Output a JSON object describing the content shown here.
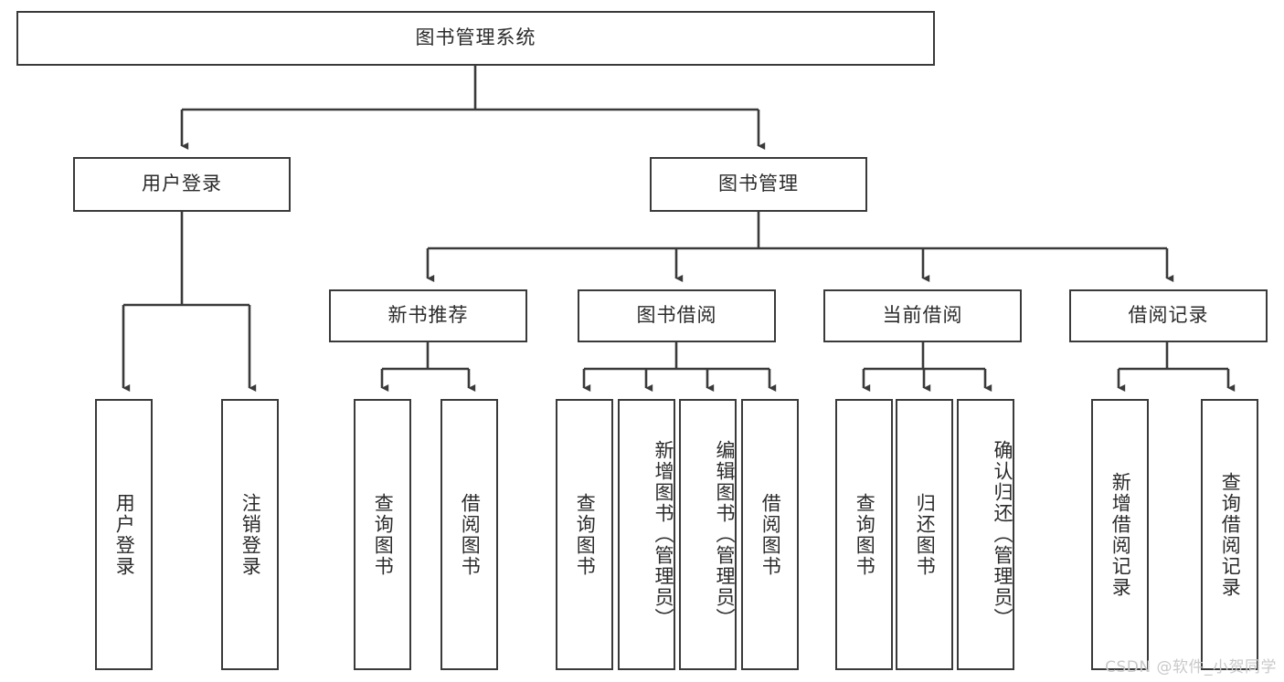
{
  "diagram": {
    "title": "图书管理系统",
    "type": "tree-hierarchy",
    "root": {
      "label": "图书管理系统"
    },
    "level1": [
      {
        "label": "用户登录"
      },
      {
        "label": "图书管理"
      }
    ],
    "level2": [
      {
        "label": "新书推荐"
      },
      {
        "label": "图书借阅"
      },
      {
        "label": "当前借阅"
      },
      {
        "label": "借阅记录"
      }
    ],
    "leaves": {
      "user_login": [
        {
          "label": "用户登录"
        },
        {
          "label": "注销登录"
        }
      ],
      "new_book_recommend": [
        {
          "label": "查询图书"
        },
        {
          "label": "借阅图书"
        }
      ],
      "book_borrow": [
        {
          "label": "查询图书"
        },
        {
          "label": "新增图书（管理员）"
        },
        {
          "label": "编辑图书（管理员）"
        },
        {
          "label": "借阅图书"
        }
      ],
      "current_borrow": [
        {
          "label": "查询图书"
        },
        {
          "label": "归还图书"
        },
        {
          "label": "确认归还（管理员）"
        }
      ],
      "borrow_record": [
        {
          "label": "新增借阅记录"
        },
        {
          "label": "查询借阅记录"
        }
      ]
    }
  },
  "watermark": {
    "text": "CSDN @软件_小贺同学"
  },
  "colors": {
    "stroke": "#3a3a3a",
    "background": "#ffffff",
    "text": "#2b2b2b",
    "watermark": "#c9c9c9"
  }
}
